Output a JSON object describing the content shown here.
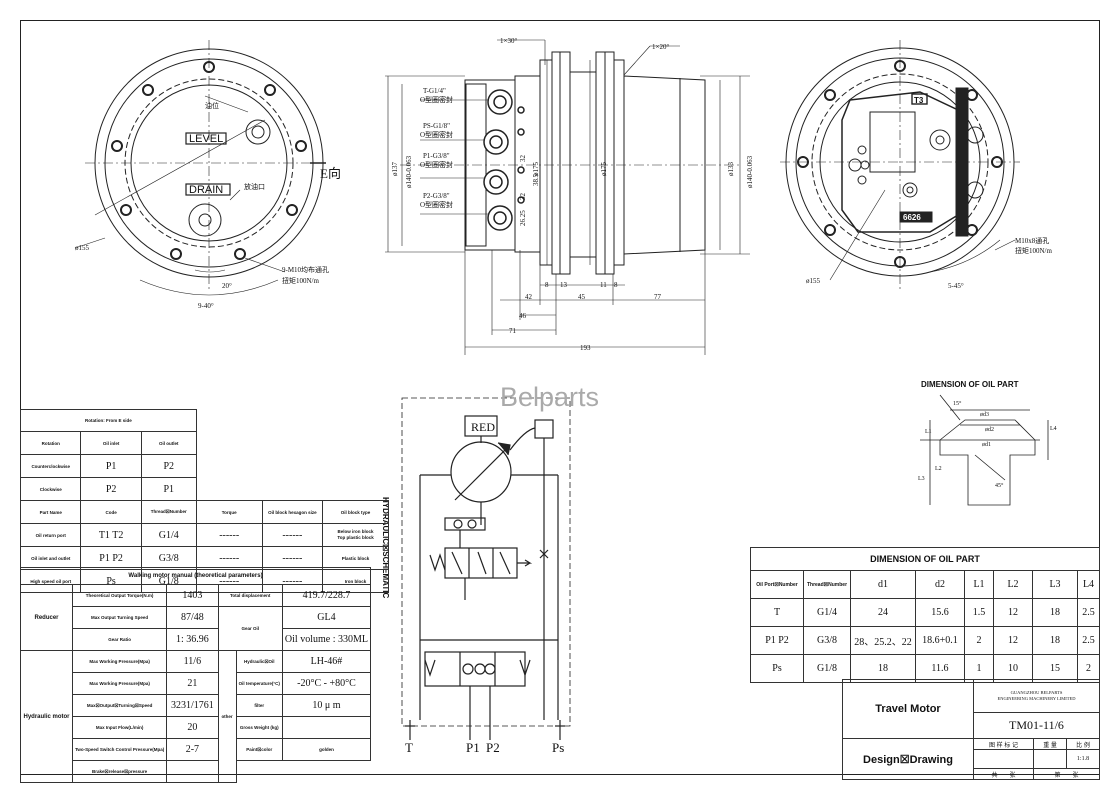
{
  "watermark": "Belparts",
  "views": {
    "left": {
      "level_label": "LEVEL",
      "drain_label": "DRAIN",
      "oil_level_note": "油位",
      "drain_note": "放油口",
      "dia": "ø155",
      "holes_note": "9-M10均布通孔",
      "torque_note": "扭矩100N/m",
      "angle_20": "20°",
      "angle_9x40": "9-40°",
      "e_dir": "E向"
    },
    "side": {
      "chamfer1": "1×30°",
      "chamfer2": "1×20°",
      "port_t": "T-G1/4\"",
      "port_t_seal": "O型圈密封",
      "port_ps": "PS-G1/8\"",
      "port_ps_seal": "O型圈密封",
      "port_p1": "P1-G3/8\"",
      "port_p1_seal": "O型圈密封",
      "port_p2": "P2-G3/8\"",
      "port_p2_seal": "O型圈密封",
      "dims": [
        "42",
        "8",
        "13",
        "45",
        "11",
        "8",
        "77",
        "46",
        "71",
        "193"
      ],
      "dia_labels": [
        "ø137",
        "ø140-0.063",
        "ø175",
        "ø175",
        "ø133",
        "ø140-0.063",
        "32",
        "38.5",
        "32",
        "26.25"
      ]
    },
    "right": {
      "dia": "ø155",
      "angle": "5-45°",
      "holes_note": "M10x8通孔",
      "torque_note": "扭矩100N/m",
      "t_mark": "T3",
      "code_mark": "6626"
    }
  },
  "schematic": {
    "title": "HYDRAULIC☒SCHEMATIC",
    "red": "RED",
    "ports": [
      "T",
      "P1",
      "P2",
      "Ps"
    ]
  },
  "small_table": {
    "title": "Rotation: From E side",
    "rows": [
      [
        "Rotation",
        "Oil inlet",
        "Oil outlet"
      ],
      [
        "Counterclockwise",
        "P1",
        "P2"
      ],
      [
        "Clockwise",
        "P2",
        "P1"
      ]
    ],
    "part_header": [
      "Part Name",
      "Code",
      "Thread☒Number",
      "Torque",
      "Oil block hexagon size",
      "Oil block type"
    ],
    "parts": [
      [
        "Oil return port",
        "T1  T2",
        "G1/4",
        "------",
        "------",
        "Below iron block\nTop plastic block"
      ],
      [
        "Oil inlet and outlet",
        "P1  P2",
        "G3/8",
        "------",
        "------",
        "Plastic block"
      ],
      [
        "High speed oil port",
        "Ps",
        "G1/8",
        "------",
        "------",
        "Iron block"
      ]
    ]
  },
  "manual": {
    "title": "Walking motor manual (theoretical parameters)",
    "reducer_label": "Reducer",
    "hydraulic_label": "Hydraulic motor",
    "rows": [
      {
        "k": "Theoretical Output Torque(N.m)",
        "v": "1403",
        "k2": "Total displacement",
        "v2": "419.7/228.7"
      },
      {
        "k": "Max Output Turning Speed",
        "v": "87/48",
        "k2": "Gear Oil",
        "v2": "GL4"
      },
      {
        "k": "Gear Ratio",
        "v": "1: 36.96",
        "k2": "",
        "v2": "Oil volume : 330ML"
      },
      {
        "k": "Max Working Pressure(Mpa)",
        "v": "11/6",
        "k2": "Hydraulic☒Oil",
        "v2": "LH-46#"
      },
      {
        "k": "Max Working Pressure(Mpa)",
        "v": "21",
        "k2": "Oil temperature(°C)",
        "v2": "-20°C - +80°C"
      },
      {
        "k": "Max☒Output☒Turning☒Speed",
        "v": "3231/1761",
        "k2": "filter",
        "v2": "10 μ m"
      },
      {
        "k": "Max Input Flow(L/min)",
        "v": "20",
        "k2": "Gross Weight (kg)",
        "v2": ""
      },
      {
        "k": "Two-Speed Switch Control Pressure(Mpa)",
        "v": "2-7",
        "k2": "Paint☒color",
        "v2": "golden"
      },
      {
        "k": "Brake☒release☒pressure",
        "v": "",
        "k2": "",
        "v2": ""
      }
    ],
    "other_label": "other"
  },
  "oil_dim_drawing": {
    "title": "DIMENSION OF OIL PART",
    "labels": [
      "15°",
      "ød3",
      "ød2",
      "ød1",
      "L1",
      "L2",
      "L3",
      "L4",
      "45°"
    ]
  },
  "oil_table": {
    "title": "DIMENSION OF OIL PART",
    "headers": [
      "Oil Port☒Number",
      "Thread☒Number",
      "d1",
      "d2",
      "L1",
      "L2",
      "L3",
      "L4"
    ],
    "rows": [
      [
        "T",
        "G1/4",
        "24",
        "15.6",
        "1.5",
        "12",
        "18",
        "2.5"
      ],
      [
        "P1  P2",
        "G3/8",
        "28、25.2、22",
        "18.6+0.1",
        "2",
        "12",
        "18",
        "2.5"
      ],
      [
        "Ps",
        "G1/8",
        "18",
        "11.6",
        "1",
        "10",
        "15",
        "2"
      ]
    ]
  },
  "title_block": {
    "product": "Travel Motor",
    "company1": "GUANGZHOU BELPARTS",
    "company2": "ENGINEERING MACHINERY LIMITED",
    "drawing_no": "TM01-11/6",
    "design_label": "Design☒Drawing",
    "cols": [
      "图 样 标 记",
      "重 量",
      "比 例"
    ],
    "scale": "1:1.8",
    "footer": [
      "共",
      "张",
      "第",
      "张"
    ]
  }
}
